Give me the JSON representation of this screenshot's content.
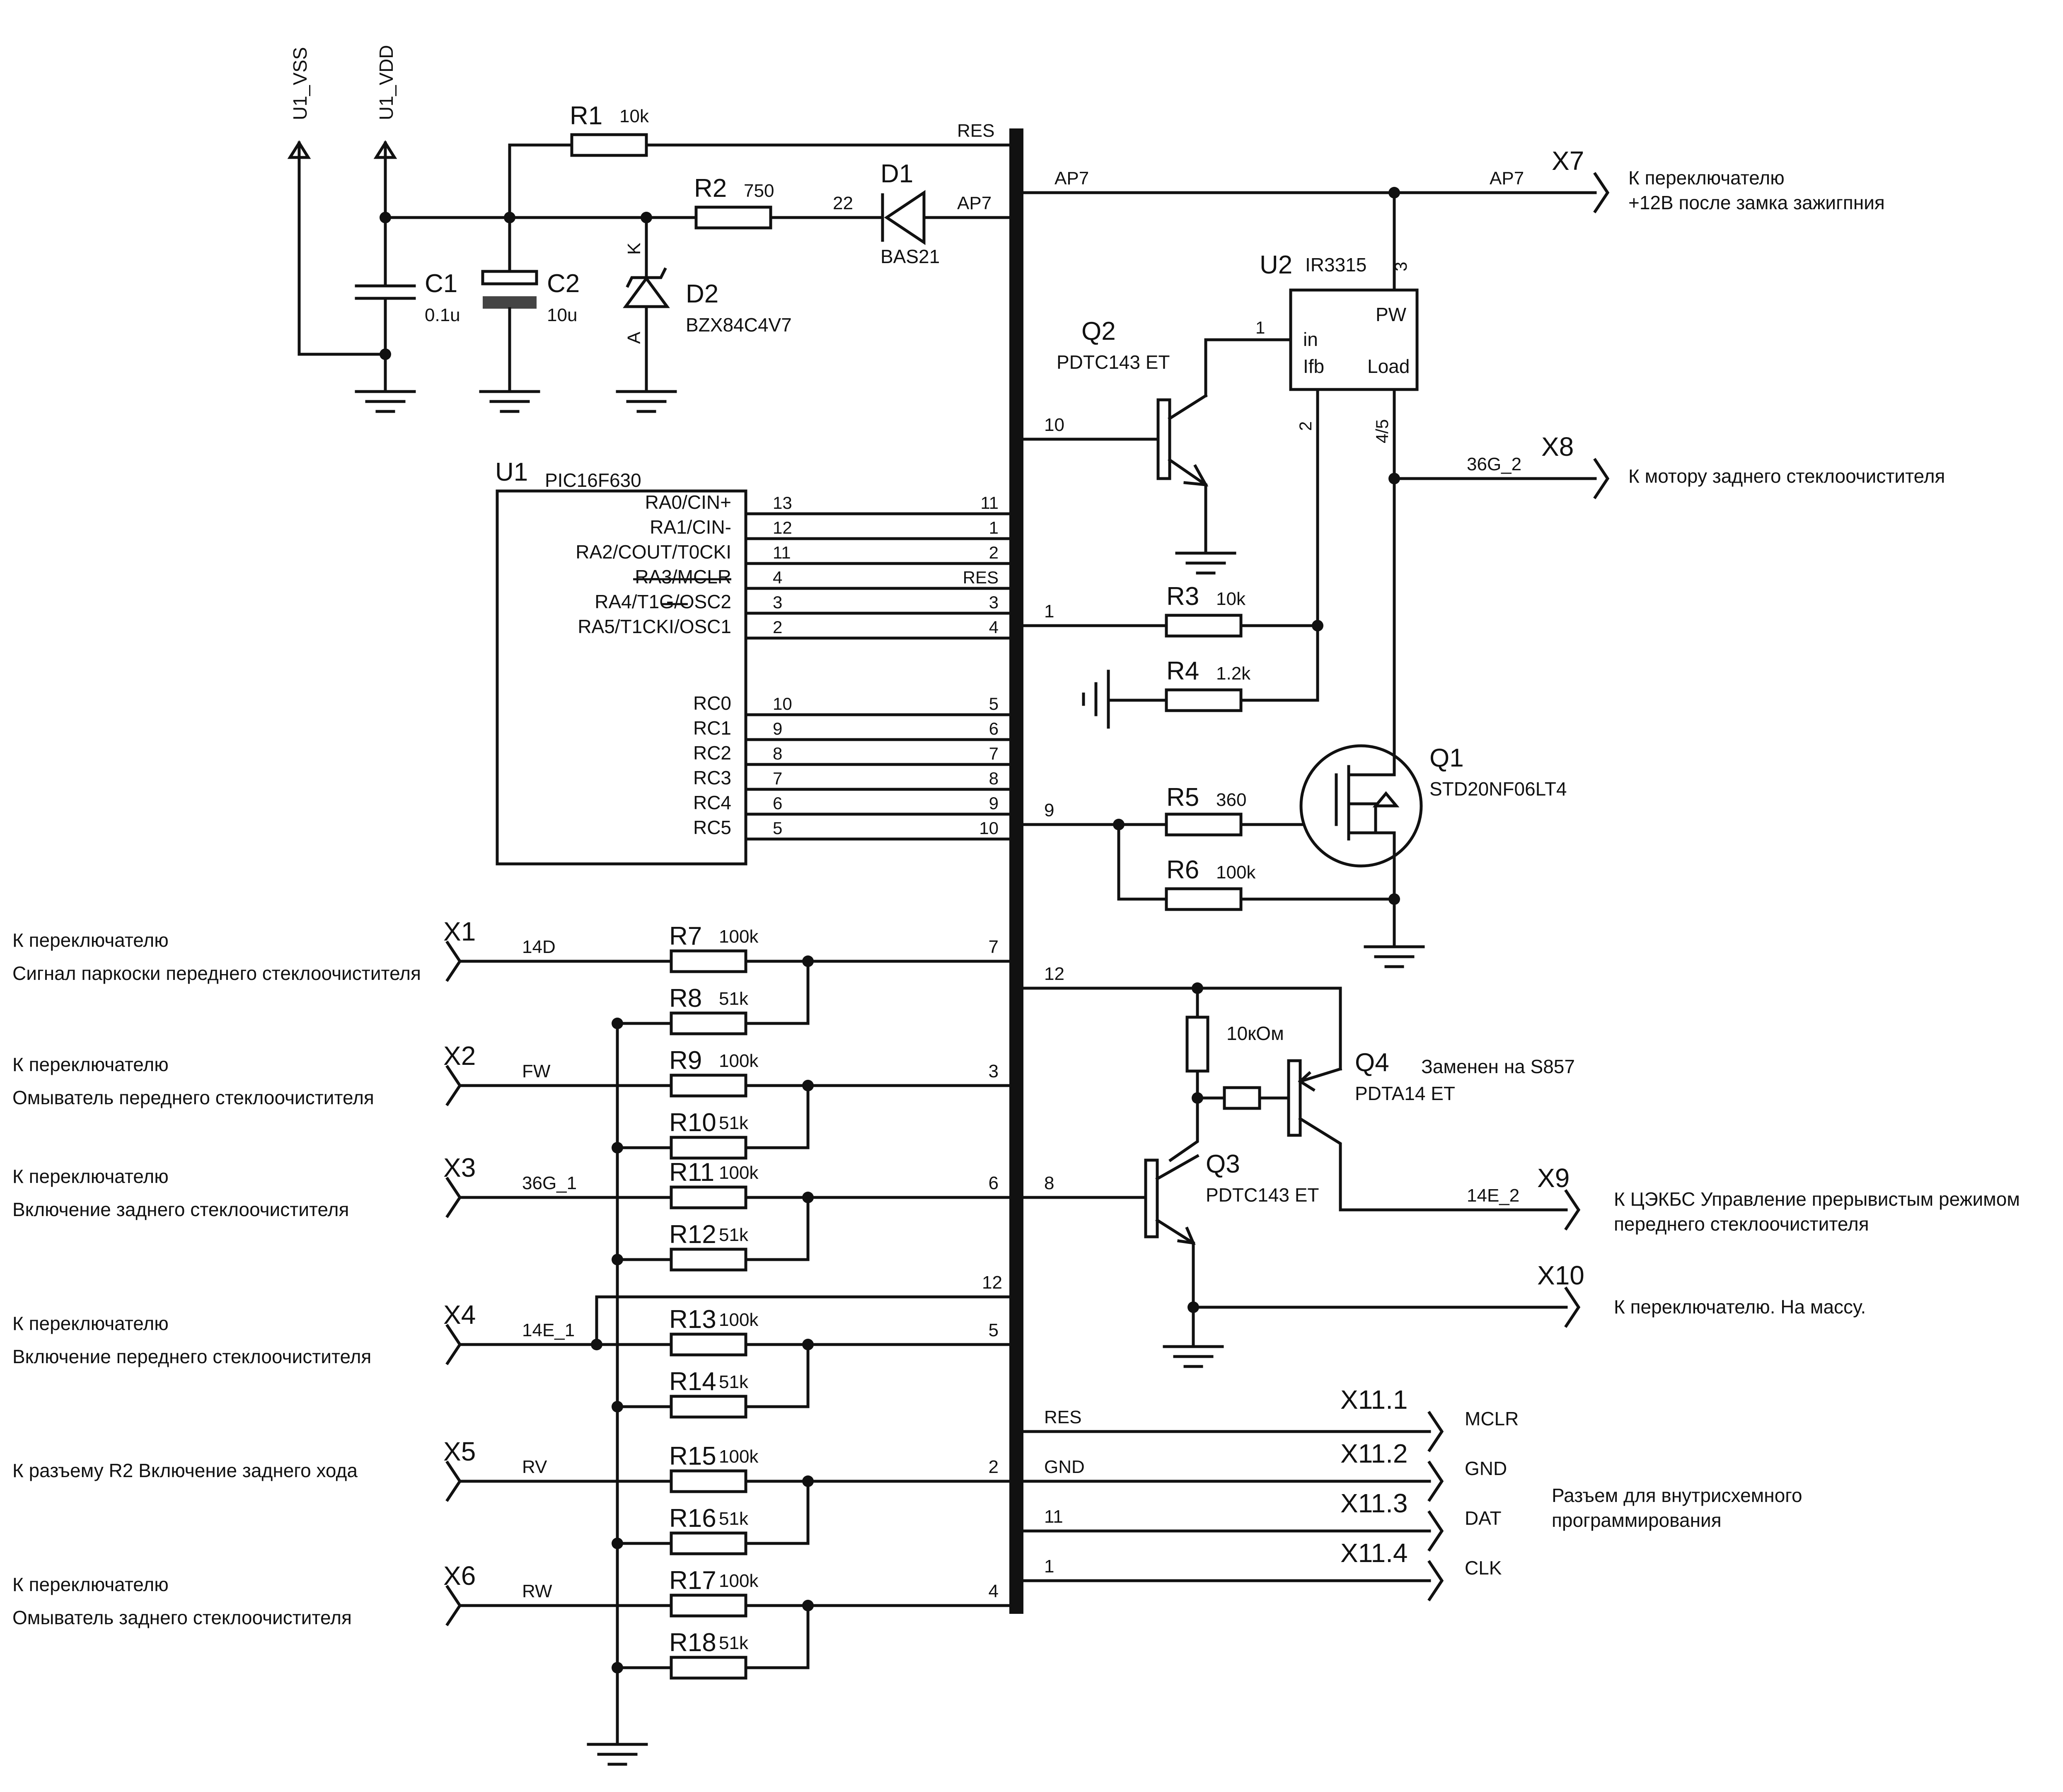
{
  "power": {
    "vss": "U1_VSS",
    "vdd": "U1_VDD"
  },
  "resistors": [
    {
      "ref": "R1",
      "value": "10k"
    },
    {
      "ref": "R2",
      "value": "750"
    },
    {
      "ref": "R3",
      "value": "10k"
    },
    {
      "ref": "R4",
      "value": "1.2k"
    },
    {
      "ref": "R5",
      "value": "360"
    },
    {
      "ref": "R6",
      "value": "100k"
    },
    {
      "ref": "R7",
      "value": "100k"
    },
    {
      "ref": "R8",
      "value": "51k"
    },
    {
      "ref": "R9",
      "value": "100k"
    },
    {
      "ref": "R10",
      "value": "51k"
    },
    {
      "ref": "R11",
      "value": "100k"
    },
    {
      "ref": "R12",
      "value": "51k"
    },
    {
      "ref": "R13",
      "value": "100k"
    },
    {
      "ref": "R14",
      "value": "51k"
    },
    {
      "ref": "R15",
      "value": "100k"
    },
    {
      "ref": "R16",
      "value": "51k"
    },
    {
      "ref": "R17",
      "value": "100k"
    },
    {
      "ref": "R18",
      "value": "51k"
    }
  ],
  "capacitors": [
    {
      "ref": "C1",
      "value": "0.1u"
    },
    {
      "ref": "C2",
      "value": "10u"
    }
  ],
  "diodes": {
    "d1": {
      "ref": "D1",
      "part": "BAS21",
      "pin": "22"
    },
    "d2": {
      "ref": "D2",
      "part": "BZX84C4V7",
      "k": "K",
      "a": "A"
    }
  },
  "u1": {
    "ref": "U1",
    "part": "PIC16F630",
    "pins": [
      {
        "name": "RA0/CIN+",
        "num": "13",
        "bus": "11"
      },
      {
        "name": "RA1/CIN-",
        "num": "12",
        "bus": "1"
      },
      {
        "name": "RA2/COUT/T0CKI",
        "num": "11",
        "bus": "2"
      },
      {
        "name": "RA3/MCLR",
        "num": "4",
        "bus": "RES"
      },
      {
        "name": "RA4/T1G/OSC2",
        "num": "3",
        "bus": "3"
      },
      {
        "name": "RA5/T1CKI/OSC1",
        "num": "2",
        "bus": "4"
      },
      {
        "name": "RC0",
        "num": "10",
        "bus": "5"
      },
      {
        "name": "RC1",
        "num": "9",
        "bus": "6"
      },
      {
        "name": "RC2",
        "num": "8",
        "bus": "7"
      },
      {
        "name": "RC3",
        "num": "7",
        "bus": "8"
      },
      {
        "name": "RC4",
        "num": "6",
        "bus": "9"
      },
      {
        "name": "RC5",
        "num": "5",
        "bus": "10"
      }
    ]
  },
  "u2": {
    "ref": "U2",
    "part": "IR3315",
    "pw": "PW",
    "in": "in",
    "ifb": "Ifb",
    "load": "Load",
    "pin1": "1",
    "pin2": "2",
    "pin3": "3",
    "pin45": "4/5"
  },
  "q1": {
    "ref": "Q1",
    "part": "STD20NF06LT4"
  },
  "q2": {
    "ref": "Q2",
    "part": "PDTC143 ET"
  },
  "q3": {
    "ref": "Q3",
    "part": "PDTC143 ET"
  },
  "q4": {
    "ref": "Q4",
    "part": "PDTA14 ET",
    "note": "Заменен на S857",
    "res": "10кОм"
  },
  "nets": {
    "res": "RES",
    "ap7": "AP7",
    "ap7b": "AP7",
    "ap7c": "AP7",
    "n36g2": "36G_2",
    "n14e2": "14E_2",
    "n10": "10",
    "n1": "1",
    "n9": "9",
    "n12": "12",
    "n8": "8",
    "p7": "7",
    "p3": "3",
    "p6": "6",
    "p12b": "12",
    "p5": "5",
    "p2": "2",
    "p4": "4",
    "resb": "RES",
    "gnd": "GND",
    "n11": "11",
    "n1b": "1",
    "x1net": "14D",
    "x2net": "FW",
    "x3net": "36G_1",
    "x4net": "14E_1",
    "x5net": "RV",
    "x6net": "RW"
  },
  "connectors": {
    "x1": {
      "ref": "X1",
      "line1": "К переключателю",
      "line2": "Сигнал паркоски переднего стеклоочистителя"
    },
    "x2": {
      "ref": "X2",
      "line1": "К переключателю",
      "line2": "Омыватель переднего стеклоочистителя"
    },
    "x3": {
      "ref": "X3",
      "line1": "К переключателю",
      "line2": "Включение заднего стеклоочистителя"
    },
    "x4": {
      "ref": "X4",
      "line1": "К переключателю",
      "line2": "Включение переднего стеклоочистителя"
    },
    "x5": {
      "ref": "X5",
      "line1": "К разъему R2 Включение заднего хода"
    },
    "x6": {
      "ref": "X6",
      "line1": "К переключателю",
      "line2": "Омыватель заднего стеклоочистителя"
    },
    "x7": {
      "ref": "X7",
      "line1": "К переключателю",
      "line2": "+12В после замка зажигпния"
    },
    "x8": {
      "ref": "X8",
      "line1": "К мотору заднего стеклоочистителя"
    },
    "x9": {
      "ref": "X9",
      "line1": "К ЦЭКБС Управление прерывистым режимом",
      "line2": "переднего стеклоочистителя"
    },
    "x10": {
      "ref": "X10",
      "line1": "К переключателю. На массу."
    },
    "x11": [
      {
        "ref": "X11.1",
        "signal": "MCLR"
      },
      {
        "ref": "X11.2",
        "signal": "GND"
      },
      {
        "ref": "X11.3",
        "signal": "DAT"
      },
      {
        "ref": "X11.4",
        "signal": "CLK"
      }
    ],
    "x11_note1": "Разъем для внутрисхемного",
    "x11_note2": "программирования"
  }
}
